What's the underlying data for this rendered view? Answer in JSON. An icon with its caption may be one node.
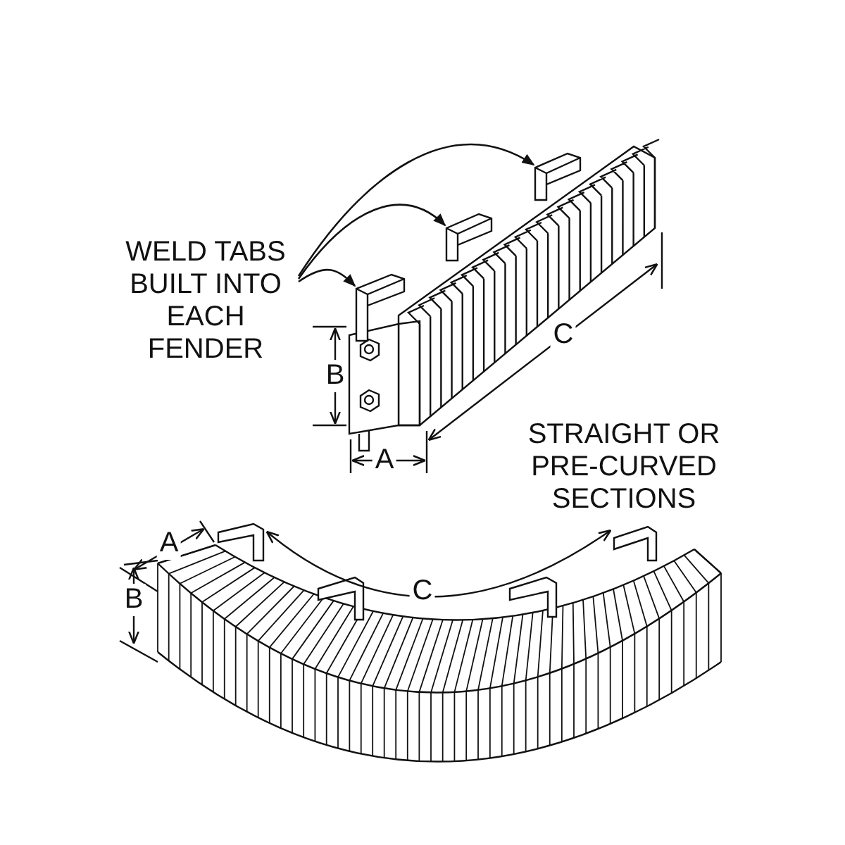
{
  "diagram": {
    "nodes": [
      {
        "text": [
          "WELD TABS BUILT INTO EACH FENDER"
        ]
      },
      {
        "text": [],
        "shape": "box"
      },
      {
        "text": [],
        "shape": "box"
      },
      {
        "text": [],
        "shape": "box"
      }
    ],
    "edges": [
      {
        "from": 0,
        "to": 1,
        "arrow": "to"
      },
      {
        "from": 0,
        "to": 2,
        "arrow": "to"
      },
      {
        "from": 0,
        "to": 3,
        "arrow": "to"
      }
    ],
    "labels": [
      "B",
      "C",
      "A",
      "STRAIGHT OR PRE-CURVED SECTIONS",
      "A",
      "B",
      "C"
    ]
  }
}
